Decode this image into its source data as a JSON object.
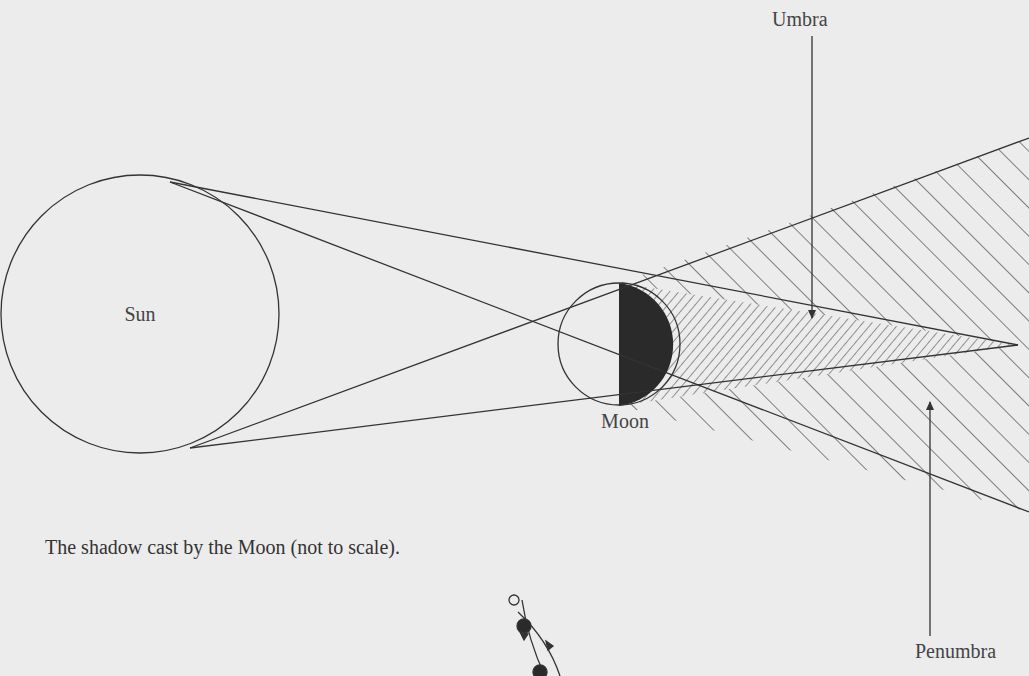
{
  "diagram": {
    "caption": "The shadow cast by the Moon (not to scale).",
    "nodes": [
      {
        "text": [
          "Sun"
        ]
      },
      {
        "text": [
          "Moon"
        ]
      }
    ],
    "labels": [
      "Umbra",
      "Penumbra"
    ]
  }
}
